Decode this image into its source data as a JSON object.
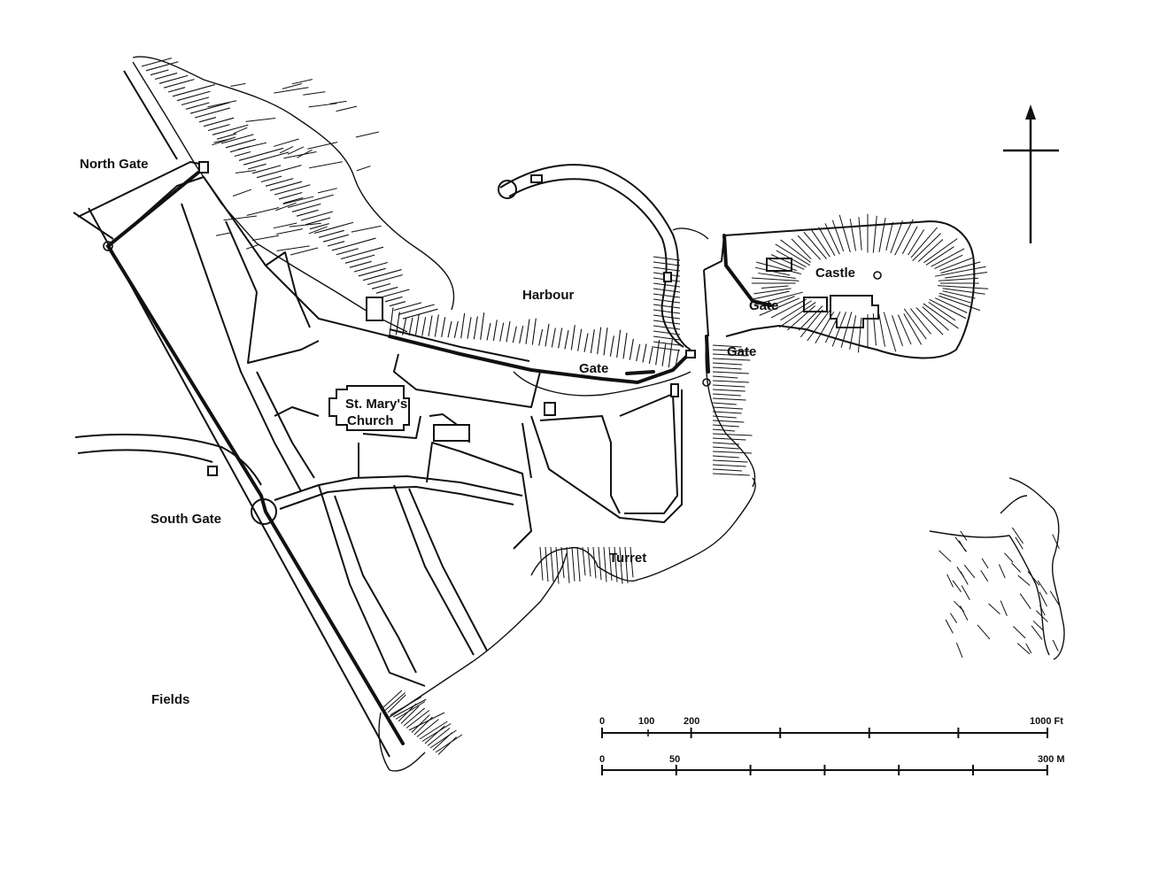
{
  "labels": {
    "north_gate": "North Gate",
    "south_gate": "South Gate",
    "harbour": "Harbour",
    "gate_harbour": "Gate",
    "gate_castle": "Gate",
    "gate_east": "Gate",
    "castle": "Castle",
    "church_line1": "St. Mary's",
    "church_line2": "Church",
    "turret": "Turret",
    "fields": "Fields"
  },
  "scale_feet": {
    "ticks": [
      "0",
      "100",
      "200",
      "1000 Ft"
    ],
    "max": 1000
  },
  "scale_metres": {
    "ticks": [
      "0",
      "50",
      "300 M"
    ],
    "max": 300
  },
  "north_arrow": {
    "icon": "north-arrow-icon"
  },
  "colors": {
    "ink": "#111111",
    "paper": "#ffffff"
  }
}
